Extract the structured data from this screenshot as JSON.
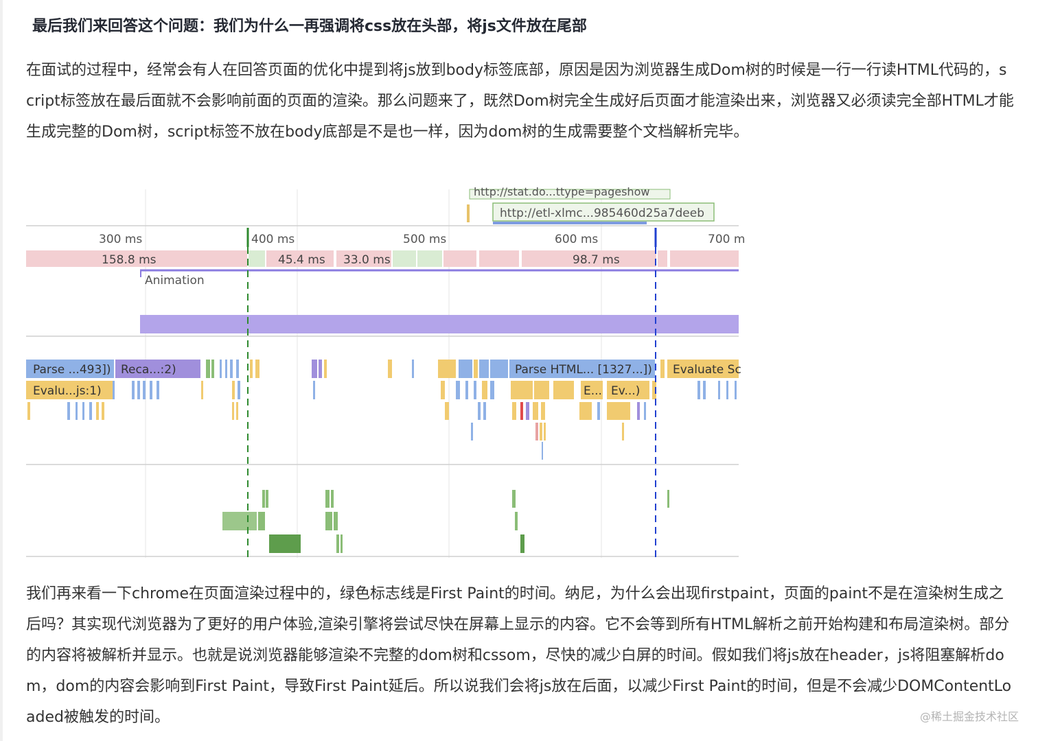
{
  "article": {
    "heading": "最后我们来回答这个问题：我们为什么一再强调将css放在头部，将js文件放在尾部",
    "paragraph_1": "在面试的过程中，经常会有人在回答页面的优化中提到将js放到body标签底部，原因是因为浏览器生成Dom树的时候是一行一行读HTML代码的，script标签放在最后面就不会影响前面的页面的渲染。那么问题来了，既然Dom树完全生成好后页面才能渲染出来，浏览器又必须读完全部HTML才能生成完整的Dom树，script标签不放在body底部是不是也一样，因为dom树的生成需要整个文档解析完毕。",
    "paragraph_2": "我们再来看一下chrome在页面渲染过程中的，绿色标志线是First Paint的时间。纳尼，为什么会出现firstpaint，页面的paint不是在渲染树生成之后吗？其实现代浏览器为了更好的用户体验,渲染引擎将尝试尽快在屏幕上显示的内容。它不会等到所有HTML解析之前开始构建和布局渲染树。部分的内容将被解析并显示。也就是说浏览器能够渲染不完整的dom树和cssom，尽快的减少白屏的时间。假如我们将js放在header，js将阻塞解析dom，dom的内容会影响到First Paint，导致First Paint延后。所以说我们会将js放在后面，以减少First Paint的时间，但是不会减少DOMContentLoaded被触发的时间。"
  },
  "figure": {
    "network_labels": [
      "http://stat.do...ttype=pageshow",
      "http://etl-xlmc...985460d25a7deeb"
    ],
    "ruler_ticks": [
      "300 ms",
      "400 ms",
      "500 ms",
      "600 ms",
      "700 m"
    ],
    "frame_labels": [
      "158.8 ms",
      "45.4 ms",
      "33.0 ms",
      "98.7 ms"
    ],
    "animation_label": "Animation",
    "flame_labels": [
      "Parse ...493])",
      "Reca...:2)",
      "Parse HTML... [1327...])",
      "Evaluate Sc",
      "Evalu...js:1)",
      "E...",
      "Ev...)"
    ]
  },
  "watermark": "@稀土掘金技术社区",
  "colors": {
    "frame_pink": "#f3cfd2",
    "frame_green": "#d9ecd3",
    "animation_purple": "#b3a4ea",
    "parse_blue": "#8fb1e6",
    "recalc_purple": "#a08fdc",
    "script_yellow": "#f1cb70",
    "paint_green": "#8bbd77",
    "first_paint_line": "#2f8a2f",
    "dcl_line": "#2140d0"
  }
}
